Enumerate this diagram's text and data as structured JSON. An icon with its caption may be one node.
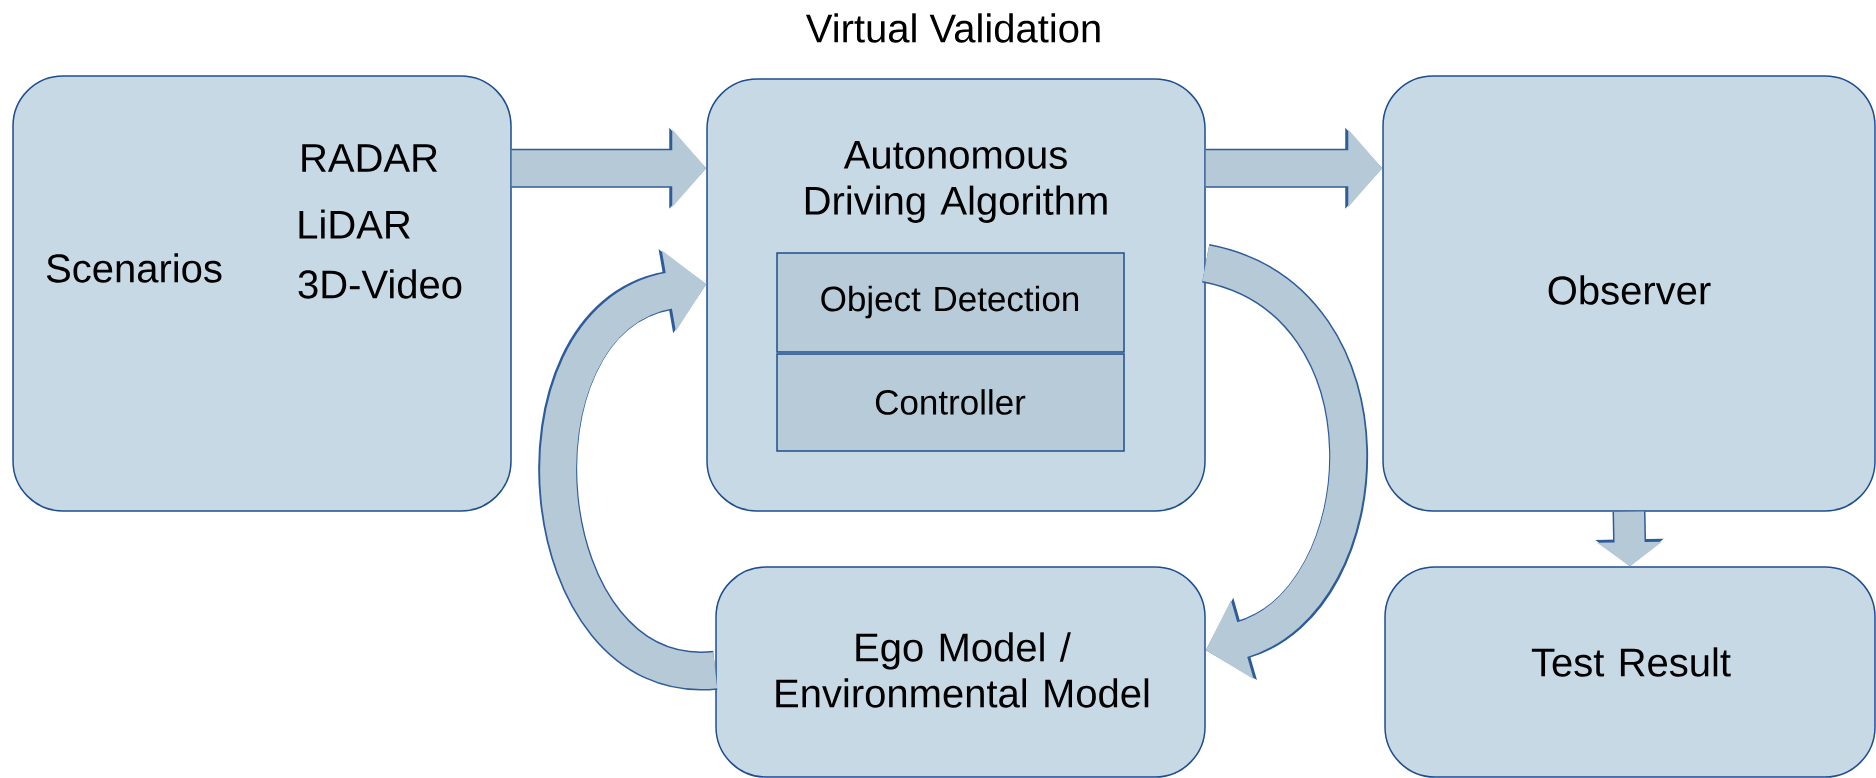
{
  "diagram": {
    "title": "Virtual Validation",
    "nodes": [
      {
        "text": [
          "Scenarios",
          "RADAR",
          "LiDAR",
          "3D-Video"
        ]
      },
      {
        "text": [
          "Autonomous Driving Algorithm"
        ]
      },
      {
        "text": [
          "Object Detection"
        ],
        "in": 1
      },
      {
        "text": [
          "Controller"
        ],
        "in": 1
      },
      {
        "text": [
          "Observer"
        ]
      },
      {
        "text": [
          "Ego Model / Environmental Model"
        ]
      },
      {
        "text": [
          "Test Result"
        ]
      }
    ],
    "edges": [
      {
        "from": 0,
        "to": 1,
        "arrow": "to"
      },
      {
        "from": 1,
        "to": 4,
        "arrow": "to"
      },
      {
        "from": 1,
        "to": 5,
        "arrow": "to"
      },
      {
        "from": 5,
        "to": 1,
        "arrow": "to"
      },
      {
        "from": 4,
        "to": 6,
        "arrow": "to"
      }
    ]
  }
}
